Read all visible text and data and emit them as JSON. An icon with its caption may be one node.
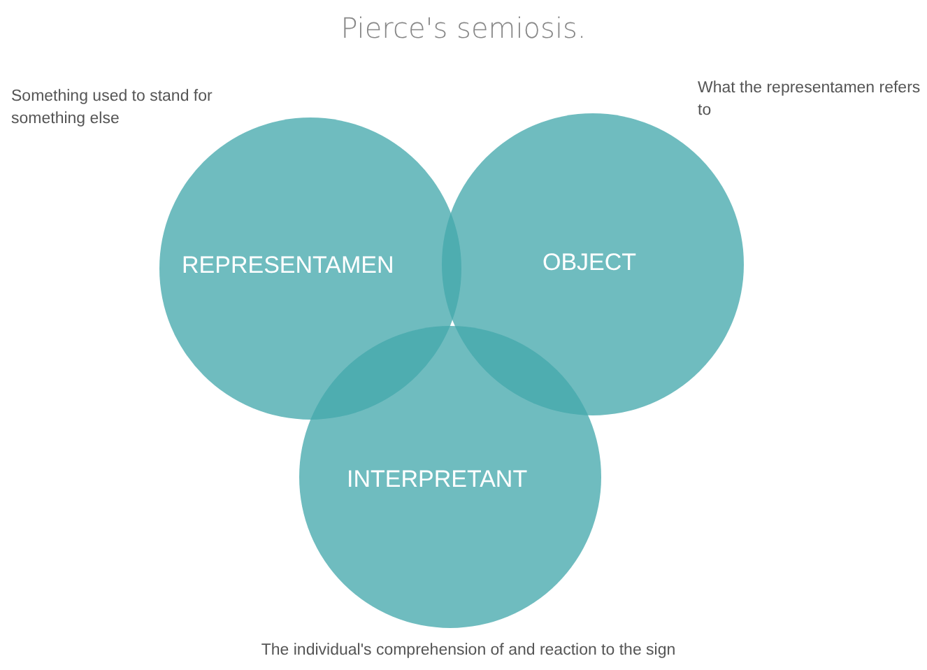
{
  "diagram": {
    "title": "Pierce's semiosis.",
    "nodes": [
      {
        "text": [
          "REPRESENTAMEN"
        ],
        "beside": [
          "Something used to stand for something else"
        ]
      },
      {
        "text": [
          "OBJECT"
        ],
        "beside": [
          "What the representamen refers to"
        ]
      },
      {
        "text": [
          "INTERPRETANT"
        ],
        "beside": [
          "The individual's comprehension of and reaction to the sign"
        ]
      }
    ]
  }
}
